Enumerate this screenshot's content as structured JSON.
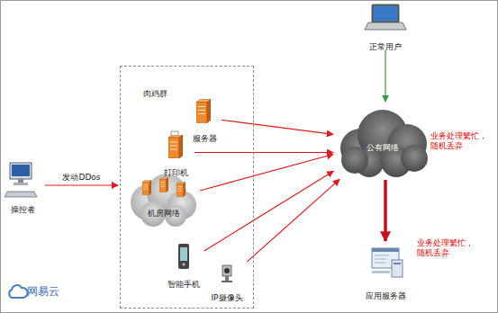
{
  "diagram": {
    "nodes": [
      {
        "text": [
          "操控者"
        ]
      },
      {
        "text": [
          "肉鸡群"
        ]
      },
      {
        "text": [
          "服务器"
        ],
        "in": 1
      },
      {
        "text": [
          "打印机"
        ],
        "in": 1
      },
      {
        "text": [
          "机房网络"
        ],
        "in": 1
      },
      {
        "text": [
          "智能手机"
        ],
        "in": 1
      },
      {
        "text": [
          "IP摄像头"
        ],
        "in": 1
      },
      {
        "text": [
          "正常用户"
        ]
      },
      {
        "text": [
          "公有网络"
        ]
      },
      {
        "text": [
          "应用服务器"
        ]
      }
    ],
    "edges": [
      {
        "from": 0,
        "to": 1,
        "label": "发动DDos",
        "arrow": "to"
      },
      {
        "from": 2,
        "to": 8,
        "arrow": "to"
      },
      {
        "from": 3,
        "to": 8,
        "arrow": "to"
      },
      {
        "from": 4,
        "to": 8,
        "arrow": "to"
      },
      {
        "from": 5,
        "to": 8,
        "arrow": "to"
      },
      {
        "from": 6,
        "to": 8,
        "arrow": "to"
      },
      {
        "from": 7,
        "to": 8,
        "arrow": "to"
      },
      {
        "from": 8,
        "to": 9,
        "arrow": "to"
      }
    ],
    "labels": [
      "业务处理繁忙， 随机丢弃",
      "业务处理繁忙， 随机丢弃",
      "网易云"
    ]
  }
}
